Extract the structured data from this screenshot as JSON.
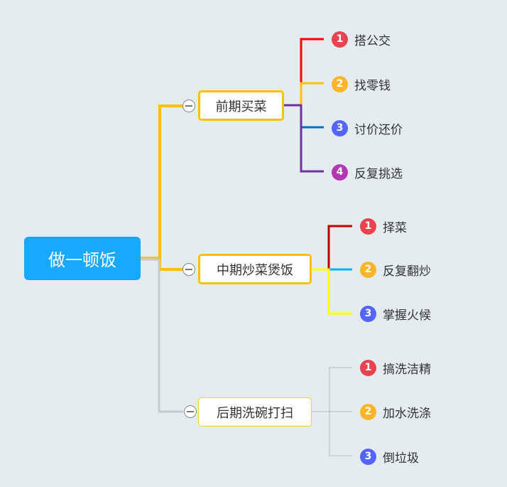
{
  "root": {
    "label": "做一顿饭",
    "color": "#1aa8ff"
  },
  "badge_colors": [
    "#e8434e",
    "#fbb52c",
    "#5465ff",
    "#b436b4"
  ],
  "branches": [
    {
      "label": "前期买菜",
      "children": [
        {
          "num": "1",
          "label": "搭公交"
        },
        {
          "num": "2",
          "label": "找零钱"
        },
        {
          "num": "3",
          "label": "讨价还价"
        },
        {
          "num": "4",
          "label": "反复挑选"
        }
      ]
    },
    {
      "label": "中期炒菜煲饭",
      "children": [
        {
          "num": "1",
          "label": "择菜"
        },
        {
          "num": "2",
          "label": "反复翻炒"
        },
        {
          "num": "3",
          "label": "掌握火候"
        }
      ]
    },
    {
      "label": "后期洗碗打扫",
      "children": [
        {
          "num": "1",
          "label": "搞洗洁精"
        },
        {
          "num": "2",
          "label": "加水洗涤"
        },
        {
          "num": "3",
          "label": "倒垃圾"
        }
      ]
    }
  ]
}
